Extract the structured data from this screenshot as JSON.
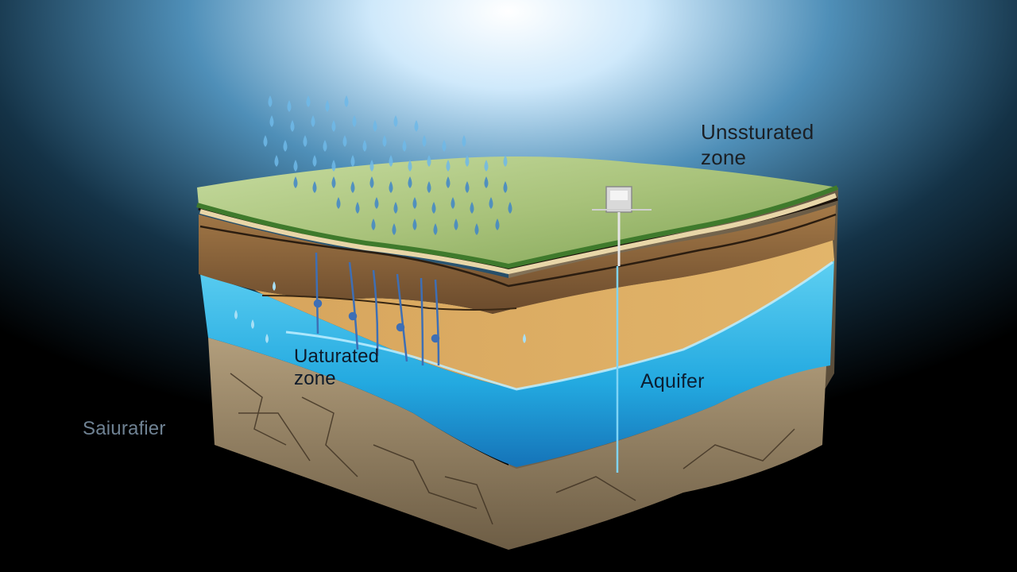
{
  "labels": {
    "unsaturated_top": [
      "Unssturated",
      "zone"
    ],
    "unsaturated_mid": [
      "Uaturated",
      "zone"
    ],
    "aquifer": "Aquifer",
    "saturated_side": "Saiuraﬁer"
  },
  "colors": {
    "background": "#000000",
    "sky_glow": "#dff2ff",
    "grass": "#9ab866",
    "soil_dark": "#6b4a2a",
    "sand": "#d6a65a",
    "water": "#2fb4e6",
    "bedrock": "#8a7a5f"
  }
}
